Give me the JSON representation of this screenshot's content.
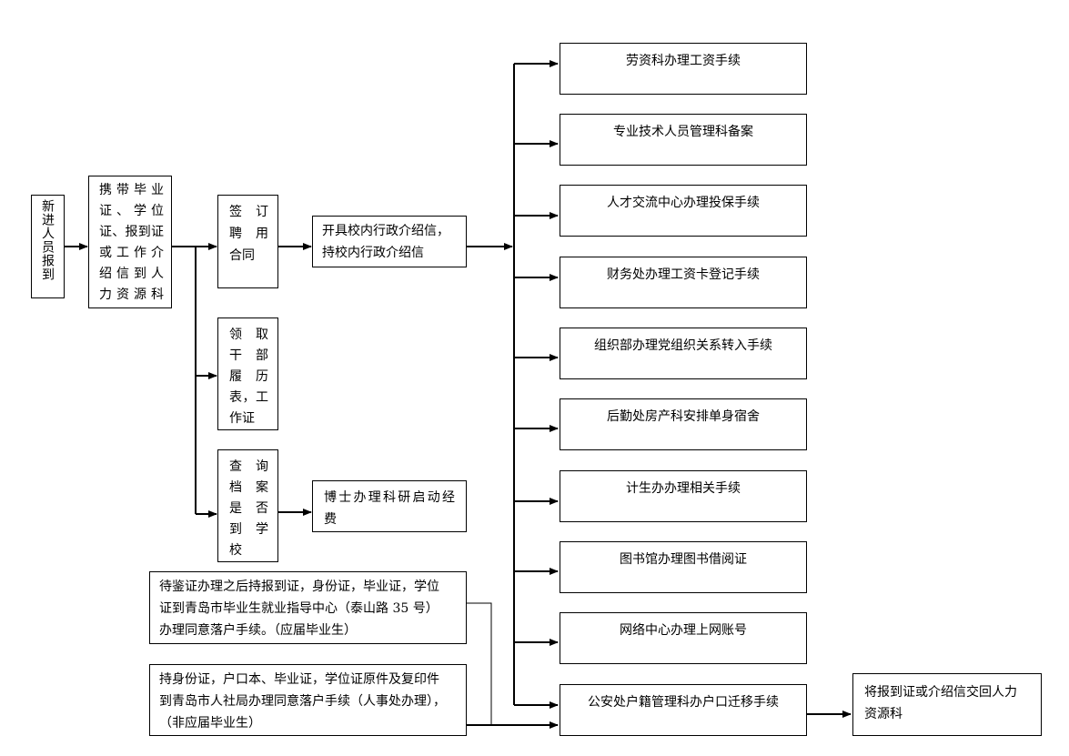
{
  "start": "新进人员报到",
  "carry": [
    "携带毕业",
    "证、学位",
    "证、报到证",
    "或工作介",
    "绍信到人",
    "力资源科"
  ],
  "sign": [
    "签订",
    "聘用",
    "合同"
  ],
  "receive": [
    "领取",
    "干部",
    "履历",
    "表，工",
    "作证"
  ],
  "query": [
    "查询",
    "档案",
    "是否",
    "到学",
    "校"
  ],
  "letter": [
    "开具校内行政介绍信，",
    "持校内行政介绍信"
  ],
  "phd": [
    "博士办理科研启动经",
    "费"
  ],
  "steps": [
    "劳资科办理工资手续",
    "专业技术人员管理科备案",
    "人才交流中心办理投保手续",
    "财务处办理工资卡登记手续",
    "组织部办理党组织关系转入手续",
    "后勤处房产科安排单身宿舍",
    "计生办办理相关手续",
    "图书馆办理图书借阅证",
    "网络中心办理上网账号",
    "公安处户籍管理科办户口迁移手续"
  ],
  "note_grad": [
    "待鉴证办理之后持报到证，身份证，毕业证，学位",
    "证到青岛市毕业生就业指导中心（泰山路 35 号）",
    "办理同意落户手续。（应届毕业生）"
  ],
  "note_nongrad": [
    "持身份证，户口本、毕业证，学位证原件及复印件",
    "到青岛市人社局办理同意落户手续（人事处办理），",
    "（非应届毕业生）"
  ],
  "final": [
    "将报到证或介绍信交回人力",
    "资源科"
  ]
}
